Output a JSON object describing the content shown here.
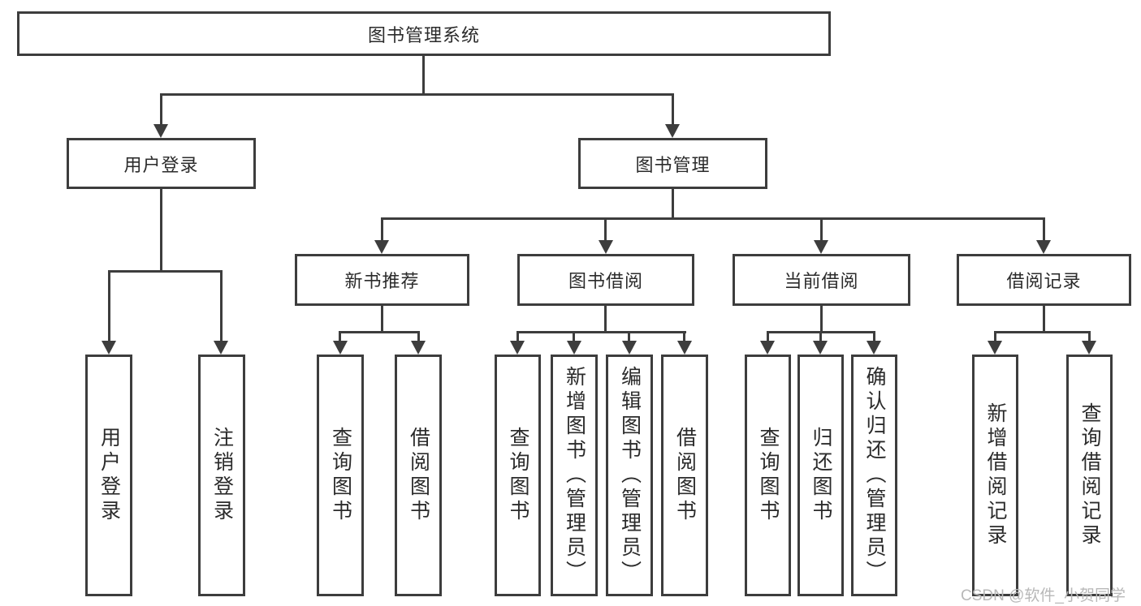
{
  "diagram": {
    "watermark": "CSDN @软件_小贺同学",
    "colors": {
      "line": "#3d3d3d",
      "text": "#2b2b2b",
      "watermark": "#b8b8b8",
      "background": "#ffffff"
    },
    "tree": {
      "root": "图书管理系统",
      "branches": [
        {
          "label": "用户登录",
          "children": [
            "用户登录",
            "注销登录"
          ]
        },
        {
          "label": "图书管理",
          "children": [
            {
              "label": "新书推荐",
              "children": [
                "查询图书",
                "借阅图书"
              ]
            },
            {
              "label": "图书借阅",
              "children": [
                "查询图书",
                "新增图书（管理员）",
                "编辑图书（管理员）",
                "借阅图书"
              ]
            },
            {
              "label": "当前借阅",
              "children": [
                "查询图书",
                "归还图书",
                "确认归还（管理员）"
              ]
            },
            {
              "label": "借阅记录",
              "children": [
                "新增借阅记录",
                "查询借阅记录"
              ]
            }
          ]
        }
      ]
    }
  }
}
